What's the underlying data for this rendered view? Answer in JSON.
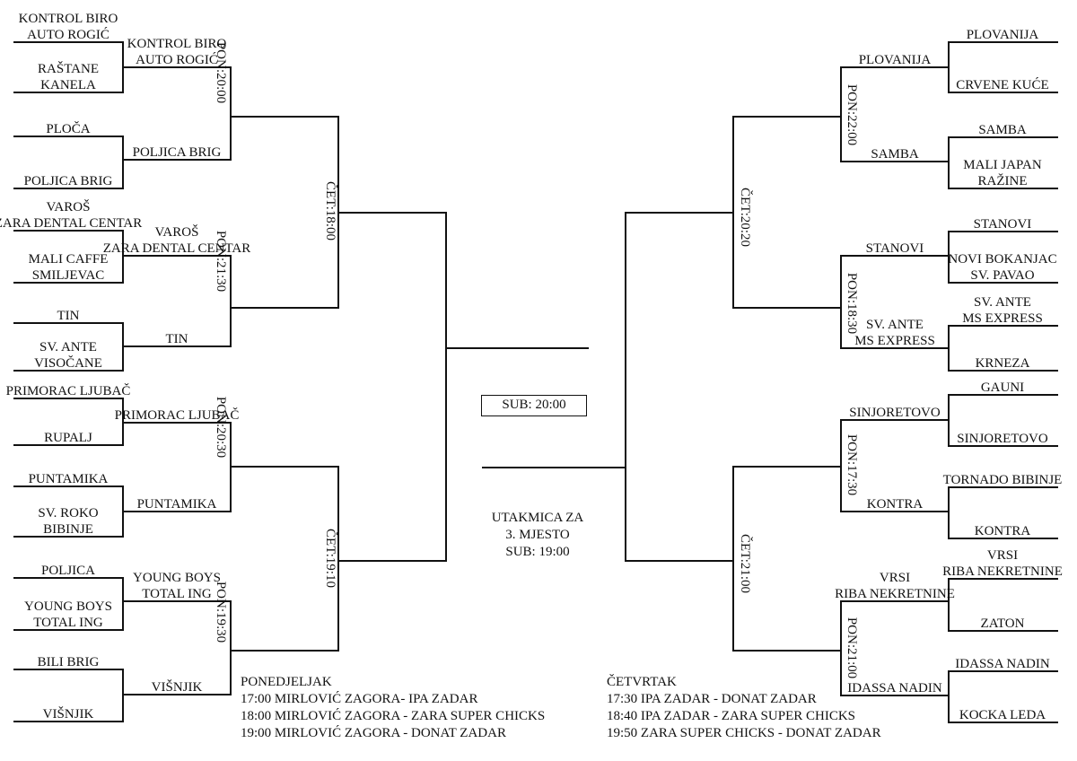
{
  "bracket": {
    "left": {
      "r1": [
        [
          "KONTROL BIRO",
          "AUTO ROGIĆ"
        ],
        [
          "RAŠTANE",
          "KANELA"
        ],
        [
          "PLOČA"
        ],
        [
          "POLJICA BRIG"
        ],
        [
          "VAROŠ",
          "ZARA DENTAL CENTAR"
        ],
        [
          "MALI CAFFE",
          "SMILJEVAC"
        ],
        [
          "TIN"
        ],
        [
          "SV. ANTE",
          "VISOČANE"
        ],
        [
          "PRIMORAC LJUBAČ"
        ],
        [
          "RUPALJ"
        ],
        [
          "PUNTAMIKA"
        ],
        [
          "SV. ROKO",
          "BIBINJE"
        ],
        [
          "POLJICA"
        ],
        [
          "YOUNG BOYS",
          "TOTAL ING"
        ],
        [
          "BILI BRIG"
        ],
        [
          "VIŠNJIK"
        ]
      ],
      "r2": [
        [
          "KONTROL BIRO",
          "AUTO ROGIĆ"
        ],
        [
          "POLJICA BRIG"
        ],
        [
          "VAROŠ",
          "ZARA DENTAL CENTAR"
        ],
        [
          "TIN"
        ],
        [
          "PRIMORAC LJUBAČ"
        ],
        [
          "PUNTAMIKA"
        ],
        [
          "YOUNG BOYS",
          "TOTAL ING"
        ],
        [
          "VIŠNJIK"
        ]
      ],
      "r1_times": [
        "PON:20:00",
        "PON:21:30",
        "PON:20:30",
        "PON:19:30"
      ],
      "r2_times": [
        "ČET:18:00",
        "ČET:19:10"
      ]
    },
    "right": {
      "r1": [
        [
          "PLOVANIJA"
        ],
        [
          "CRVENE KUĆE"
        ],
        [
          "SAMBA"
        ],
        [
          "MALI JAPAN",
          "RAŽINE"
        ],
        [
          "STANOVI"
        ],
        [
          "NOVI BOKANJAC",
          "SV. PAVAO"
        ],
        [
          "SV. ANTE",
          "MS EXPRESS"
        ],
        [
          "KRNEZA"
        ],
        [
          "GAUNI"
        ],
        [
          "SINJORETOVO"
        ],
        [
          "TORNADO BIBINJE"
        ],
        [
          "KONTRA"
        ],
        [
          "VRSI",
          "RIBA NEKRETNINE"
        ],
        [
          "ZATON"
        ],
        [
          "IDASSA NADIN"
        ],
        [
          "KOCKA LEDA"
        ]
      ],
      "r2": [
        [
          "PLOVANIJA"
        ],
        [
          "SAMBA"
        ],
        [
          "STANOVI"
        ],
        [
          "SV. ANTE",
          "MS EXPRESS"
        ],
        [
          "SINJORETOVO"
        ],
        [
          "KONTRA"
        ],
        [
          "VRSI",
          "RIBA NEKRETNINE"
        ],
        [
          "IDASSA NADIN"
        ]
      ],
      "r1_times": [
        "PON:22:00",
        "PON:18:30",
        "PON:17:30",
        "PON:21:00"
      ],
      "r2_times": [
        "ČET:20:20",
        "ČET:21:00"
      ]
    },
    "final_time": "SUB: 20:00",
    "third_place": [
      "UTAKMICA ZA",
      "3. MJESTO",
      "SUB: 19:00"
    ]
  },
  "schedule": {
    "monday": {
      "title": "PONEDJELJAK",
      "games": [
        "17:00 MIRLOVIĆ ZAGORA- IPA ZADAR",
        "18:00 MIRLOVIĆ ZAGORA - ZARA SUPER CHICKS",
        "19:00 MIRLOVIĆ ZAGORA - DONAT ZADAR"
      ]
    },
    "thursday": {
      "title": "ČETVRTAK",
      "games": [
        "17:30 IPA ZADAR - DONAT ZADAR",
        "18:40 IPA ZADAR - ZARA SUPER CHICKS",
        "19:50 ZARA SUPER CHICKS - DONAT ZADAR"
      ]
    }
  }
}
